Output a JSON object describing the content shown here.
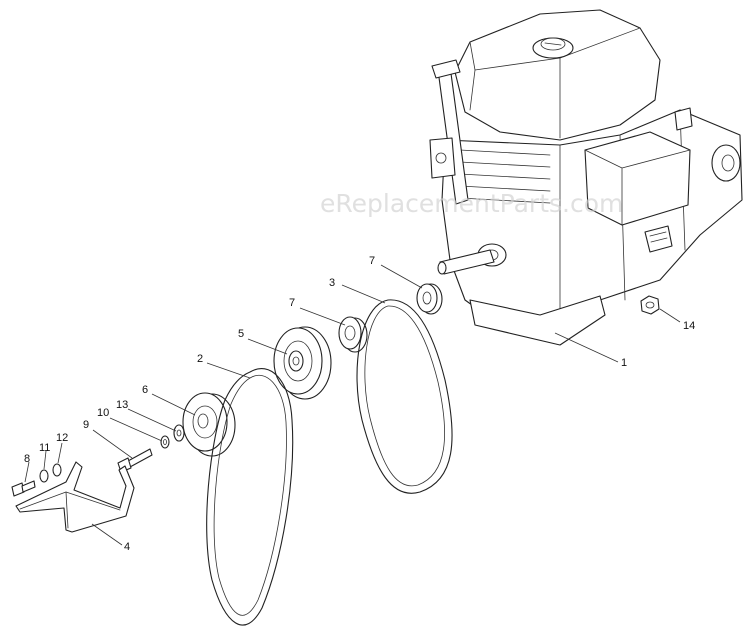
{
  "watermark": "eReplacementParts.com",
  "callouts": {
    "c1": "1",
    "c2": "2",
    "c3": "3",
    "c4": "4",
    "c5": "5",
    "c6": "6",
    "c7a": "7",
    "c7b": "7",
    "c8": "8",
    "c9": "9",
    "c10": "10",
    "c11": "11",
    "c12": "12",
    "c13": "13",
    "c14": "14"
  }
}
